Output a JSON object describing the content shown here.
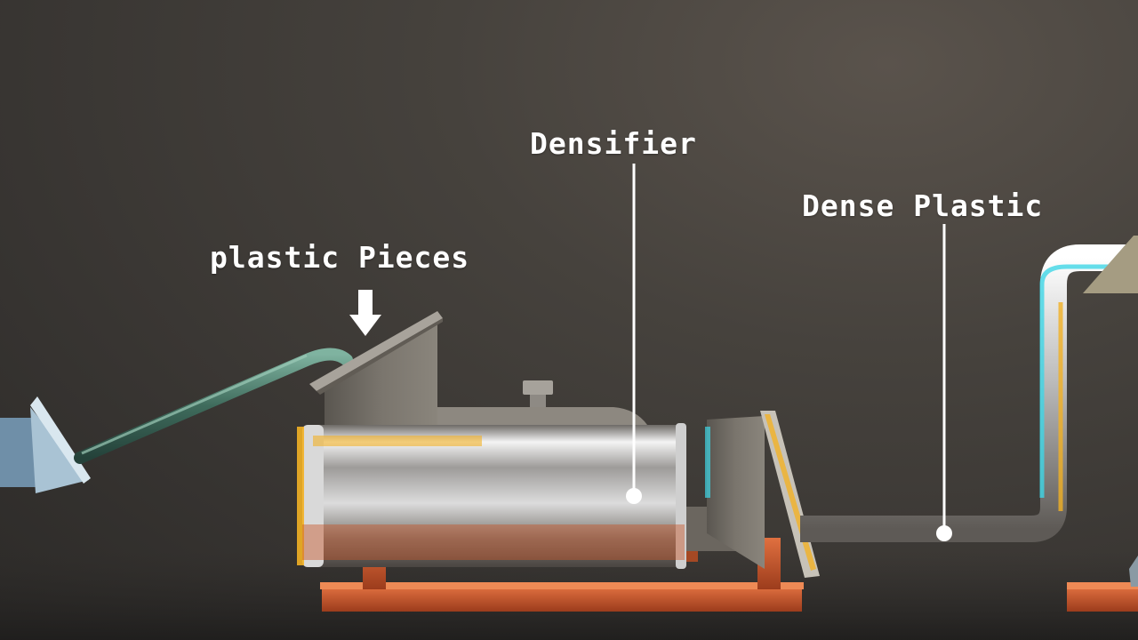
{
  "labels": {
    "plastic_pieces": "plastic Pieces",
    "densifier": "Densifier",
    "dense_plastic": "Dense Plastic"
  },
  "colors": {
    "background": "#3e3b38",
    "label_text": "#ffffff",
    "frame_orange": "#c8562a",
    "feed_pipe_green": "#3f6b5c",
    "steel": "#c9c9c9",
    "accent_cyan": "#3fd6e6",
    "accent_yellow": "#f2b125"
  },
  "icons": {
    "feed_arrow": "down-arrow-icon"
  }
}
